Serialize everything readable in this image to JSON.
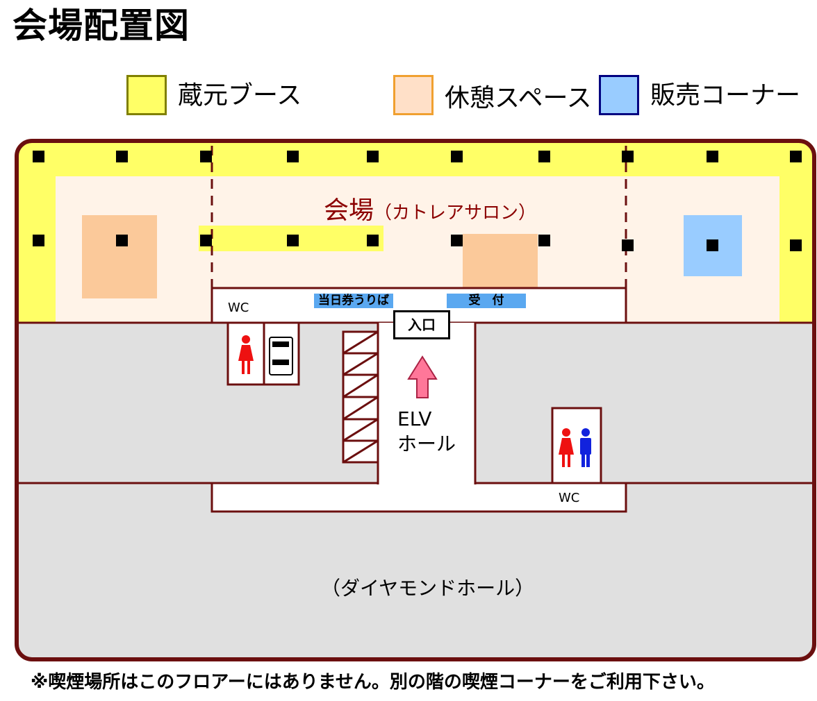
{
  "title": "会場配置図",
  "legend": [
    {
      "label": "蔵元ブース",
      "fill": "#ffff66",
      "border": "#808000"
    },
    {
      "label": "休憩スペース",
      "fill": "#ffe0c8",
      "border": "#f0a030"
    },
    {
      "label": "販売コーナー",
      "fill": "#99ccff",
      "border": "#000080"
    }
  ],
  "venue": {
    "name": "会場",
    "subname": "（カトレアサロン）",
    "same_day_tickets": "当日券うりば",
    "reception": "受　付",
    "entrance": "入口",
    "elevator_hall": [
      "ELV",
      "ホール"
    ],
    "wc_top": "WC",
    "wc_bottom": "WC",
    "lower_hall": "（ダイヤモンドホール）"
  },
  "colors": {
    "outline": "#6b0f0f",
    "booth": "#ffff66",
    "rest": "#fbc99a",
    "venue_bg": "#fff3e8",
    "sales": "#99ccff",
    "grey": "#e0e0e0",
    "counter": "#5aa8f0",
    "arrow": "#ff7799"
  },
  "footer_note": "※喫煙場所はこのフロアーにはありません。別の階の喫煙コーナーをご利用下さい。"
}
